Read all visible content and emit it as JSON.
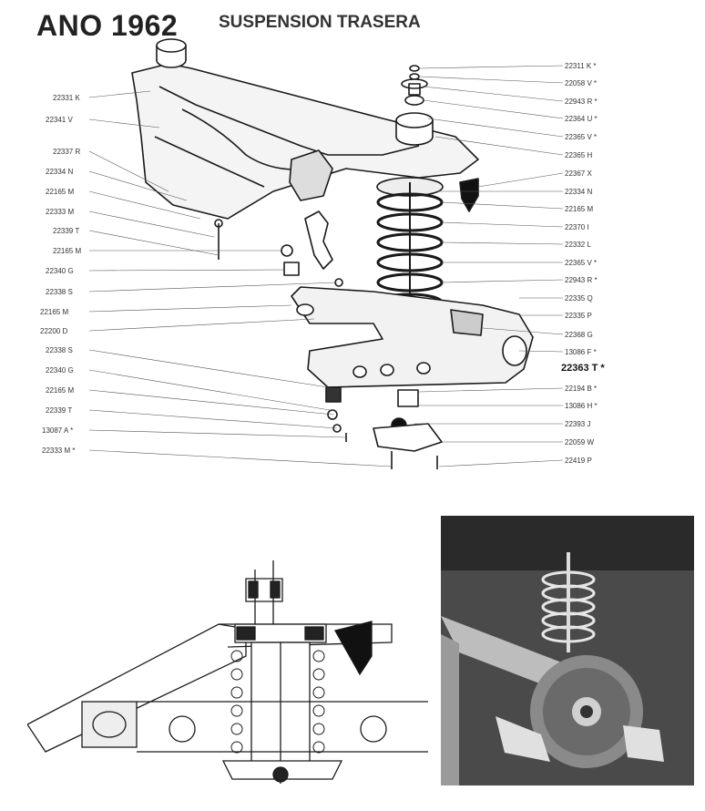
{
  "header": {
    "year": "ANO 1962",
    "subtitle": "SUSPENSION TRASERA"
  },
  "left_labels": [
    "22331 K",
    "22341 V",
    "22337 R",
    "22334 N",
    "22165 M",
    "22333 M",
    "22339 T",
    "22165 M",
    "22340 G",
    "22338 S",
    "22165 M",
    "22200 D",
    "22338 S",
    "22340 G",
    "22165 M",
    "22339 T",
    "13087 A *",
    "22333 M *"
  ],
  "right_labels": [
    "22311 K *",
    "22058 V *",
    "22943 R *",
    "22364 U *",
    "22365 V *",
    "22365 H",
    "22367 X",
    "22334 N",
    "22165 M",
    "22370 I",
    "22332 L",
    "22365 V *",
    "22943 R *",
    "22335 Q",
    "22335 P",
    "22368 G",
    "13086 F *",
    "22363 T *",
    "22194 B *",
    "13086 H *",
    "22393 J",
    "22059 W",
    "22419 P"
  ],
  "colors": {
    "ink": "#1a1a1a",
    "paper": "#ffffff",
    "photo_bg": "#3a3a3a"
  }
}
